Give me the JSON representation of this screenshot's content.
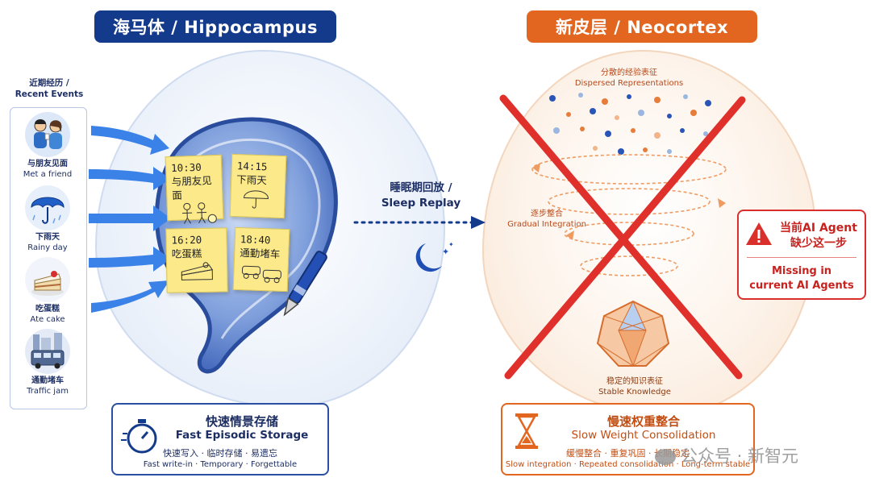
{
  "left": {
    "title": "海马体 / Hippocampus",
    "recent_events_zh": "近期经历 /",
    "recent_events_en": "Recent Events",
    "events": [
      {
        "zh": "与朋友见面",
        "en": "Met a friend",
        "icon": "friends-icon"
      },
      {
        "zh": "下雨天",
        "en": "Rainy day",
        "icon": "umbrella-icon"
      },
      {
        "zh": "吃蛋糕",
        "en": "Ate cake",
        "icon": "cake-icon"
      },
      {
        "zh": "通勤堵车",
        "en": "Traffic jam",
        "icon": "bus-icon"
      }
    ],
    "notes": [
      {
        "time": "10:30",
        "text": "与朋友见面"
      },
      {
        "time": "14:15",
        "text": "下雨天"
      },
      {
        "time": "16:20",
        "text": "吃蛋糕"
      },
      {
        "time": "18:40",
        "text": "通勤堵车"
      }
    ],
    "box": {
      "title_zh": "快速情景存储",
      "title_en": "Fast Episodic Storage",
      "sub_zh": "快速写入 · 临时存储 · 易遗忘",
      "sub_en": "Fast write-in · Temporary · Forgettable"
    }
  },
  "middle": {
    "replay_zh": "睡眠期回放 /",
    "replay_en": "Sleep Replay"
  },
  "right": {
    "title": "新皮层 / Neocortex",
    "dispersed_zh": "分散的经验表征",
    "dispersed_en": "Dispersed Representations",
    "gradual_zh": "逐步整合",
    "gradual_en": "Gradual Integration",
    "stable_zh": "稳定的知识表征",
    "stable_en": "Stable Knowledge",
    "alert": {
      "line1": "当前AI Agent",
      "line2": "缺少这一步",
      "en1": "Missing in",
      "en2": "current AI Agents"
    },
    "box": {
      "title_zh": "慢速权重整合",
      "title_en": "Slow Weight Consolidation",
      "sub_zh": "缓慢整合 · 重复巩固 · 长期稳定",
      "sub_en": "Slow integration · Repeated consolidation · Long-term stable"
    }
  },
  "watermark": "公众号 · 新智元",
  "colors": {
    "blue": "#143a8c",
    "orange": "#e2661f",
    "red": "#e0302b",
    "note": "#fbe98a"
  }
}
